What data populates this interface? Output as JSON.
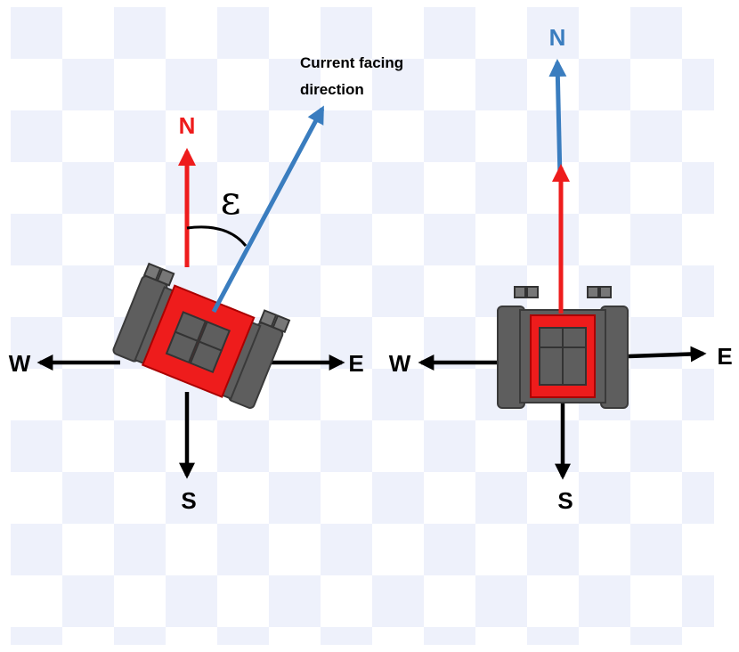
{
  "diagrams": {
    "rotated": {
      "north_label": "N",
      "south_label": "S",
      "east_label": "E",
      "west_label": "W",
      "angle_symbol": "ε",
      "facing_label_line1": "Current facing",
      "facing_label_line2": "direction"
    },
    "aligned": {
      "north_label": "N",
      "south_label": "S",
      "east_label": "E",
      "west_label": "W"
    }
  },
  "colors": {
    "north_arrow": "#ee1c1c",
    "facing_arrow": "#3a7dbf",
    "compass_arrow": "#000000",
    "robot_body": "#ee1c1c",
    "robot_parts": "#5a5a5a",
    "checker": "#eef1fb"
  }
}
